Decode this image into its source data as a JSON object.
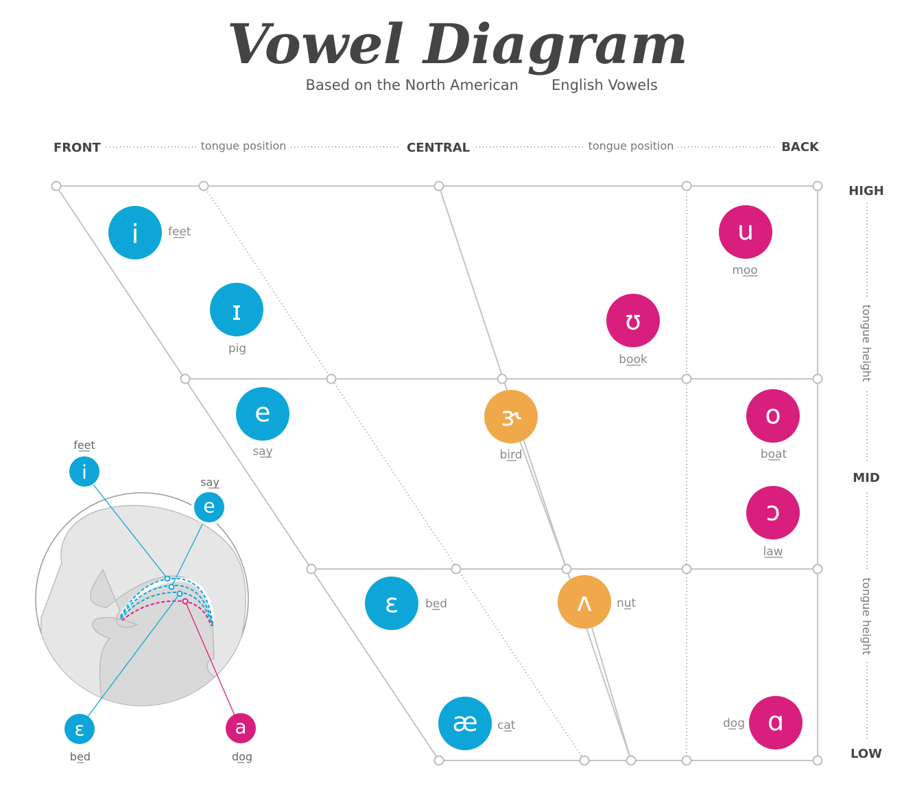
{
  "title": "Vowel Diagram",
  "subtitle_left": "Based on the North American",
  "subtitle_right": "English Vowels",
  "top_axis": {
    "front": "FRONT",
    "central": "CENTRAL",
    "back": "BACK",
    "tongue_position": "tongue position"
  },
  "side_axis": {
    "high": "HIGH",
    "mid": "MID",
    "low": "LOW",
    "tongue_height": "tongue height"
  },
  "colors": {
    "front": "#0ea6d8",
    "central": "#efa94a",
    "back": "#d81f7d",
    "grid": "#c4c4c4",
    "text": "#444444",
    "head_fill": "#e6e6e6"
  },
  "vowels": [
    {
      "symbol": "i",
      "example": "feet",
      "group": "front"
    },
    {
      "symbol": "ɪ",
      "example": "pig",
      "group": "front"
    },
    {
      "symbol": "e",
      "example": "say",
      "group": "front"
    },
    {
      "symbol": "ɛ",
      "example": "bed",
      "group": "front"
    },
    {
      "symbol": "æ",
      "example": "cat",
      "group": "front"
    },
    {
      "symbol": "ɝ",
      "example": "bird",
      "group": "central"
    },
    {
      "symbol": "ʌ",
      "example": "nut",
      "group": "central"
    },
    {
      "symbol": "u",
      "example": "moo",
      "group": "back"
    },
    {
      "symbol": "ʊ",
      "example": "book",
      "group": "back"
    },
    {
      "symbol": "o",
      "example": "boat",
      "group": "back"
    },
    {
      "symbol": "ɔ",
      "example": "law",
      "group": "back"
    },
    {
      "symbol": "ɑ",
      "example": "dog",
      "group": "back"
    }
  ],
  "mouth_inset": [
    {
      "symbol": "i",
      "example": "feet"
    },
    {
      "symbol": "e",
      "example": "say"
    },
    {
      "symbol": "ɛ",
      "example": "bed"
    },
    {
      "symbol": "a",
      "example": "dog"
    }
  ]
}
